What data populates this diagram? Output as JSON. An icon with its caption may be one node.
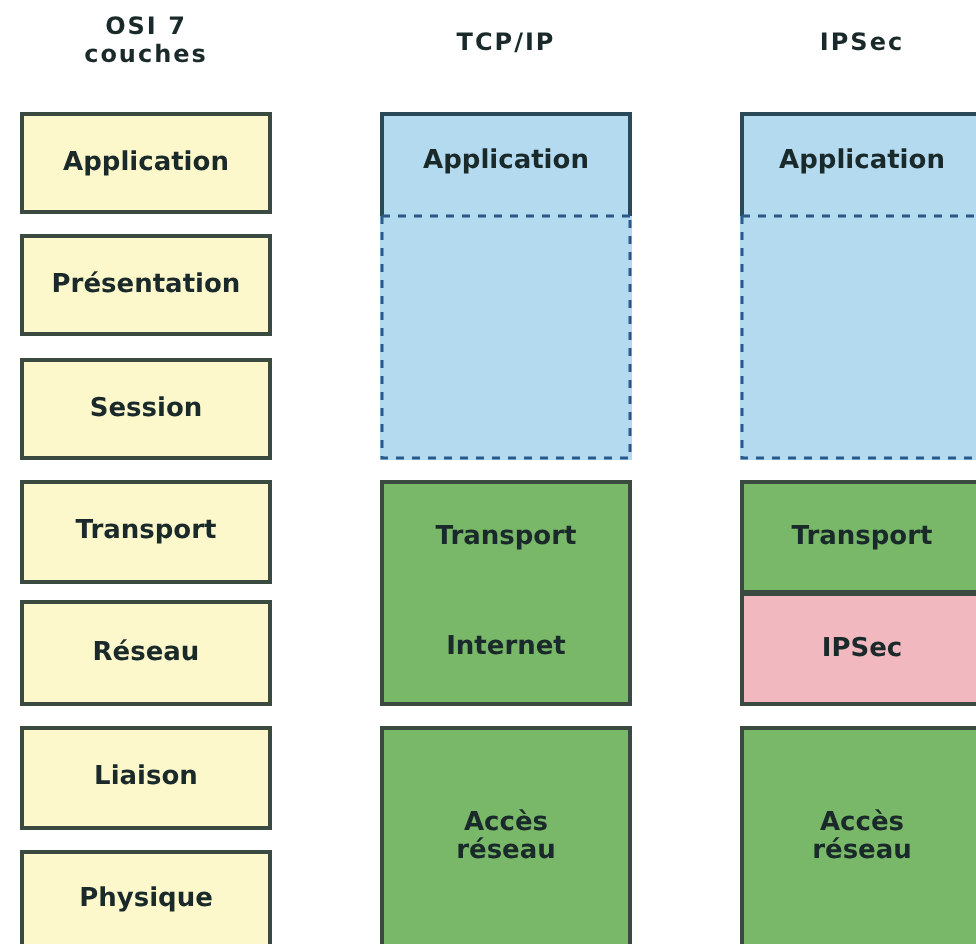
{
  "diagram": {
    "nodes": [
      {
        "text": [
          "Application"
        ]
      },
      {
        "text": [
          "Présentation"
        ]
      },
      {
        "text": [
          "Session"
        ]
      },
      {
        "text": [
          "Transport"
        ]
      },
      {
        "text": [
          "Réseau"
        ]
      },
      {
        "text": [
          "Liaison"
        ]
      },
      {
        "text": [
          "Physique"
        ]
      },
      {
        "text": [
          "Application"
        ]
      },
      {
        "text": [
          "Transport",
          "Internet"
        ]
      },
      {
        "text": [
          "Accès réseau"
        ]
      },
      {
        "text": [
          "Application"
        ]
      },
      {
        "text": [
          "Transport"
        ]
      },
      {
        "text": [
          "IPSec"
        ]
      },
      {
        "text": [
          "Accès réseau"
        ]
      }
    ],
    "edges": [],
    "labels": [
      "OSI 7 couches",
      "TCP/IP",
      "IPSec"
    ]
  }
}
